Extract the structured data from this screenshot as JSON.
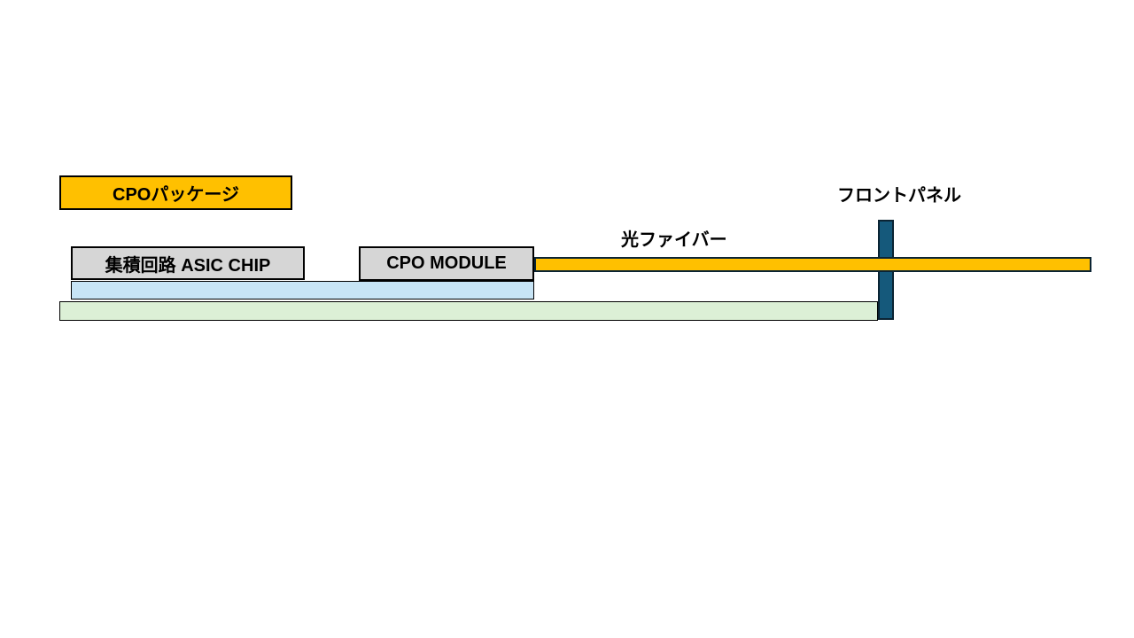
{
  "diagram": {
    "cpo_package_label": "CPOパッケージ",
    "front_panel_label": "フロントパネル",
    "optical_fiber_label": "光ファイバー",
    "asic_chip_label": "集積回路 ASIC CHIP",
    "cpo_module_label": "CPO MODULE"
  },
  "colors": {
    "accent_amber": "#FFC000",
    "box_gray": "#D6D6D6",
    "substrate_blue": "#C7E4F5",
    "board_green": "#DCF0D6",
    "panel_teal": "#15597B",
    "dark_outline": "#0B2433",
    "text_black": "#000000",
    "background": "#FFFFFF"
  }
}
